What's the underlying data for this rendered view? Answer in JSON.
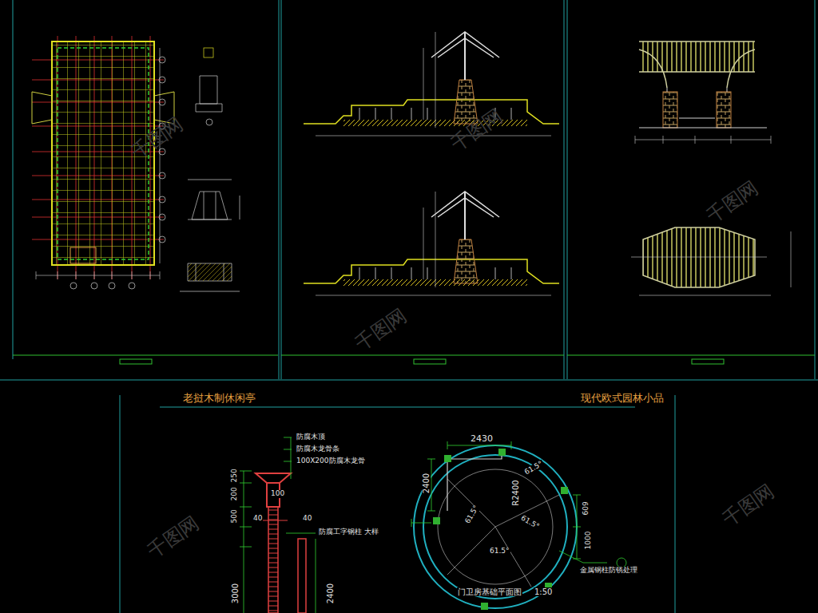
{
  "diagram": {
    "labels": [
      "老挝木制休闲亭",
      "现代欧式园林小品",
      "防腐木顶",
      "防腐木龙骨条",
      "100X200防腐木龙骨",
      "防腐工字钢柱 大样",
      "250",
      "200",
      "500",
      "100",
      "40",
      "40",
      "3000",
      "2400",
      "2430",
      "2400",
      "R2400",
      "61.5°",
      "61.5°",
      "61.5°",
      "61.5°",
      "609",
      "1000",
      "金属钢柱防锈处理",
      "门卫房基础平面图",
      "1:50",
      "千图网",
      "千图网",
      "千图网",
      "千图网",
      "千图网",
      "千图网"
    ]
  }
}
